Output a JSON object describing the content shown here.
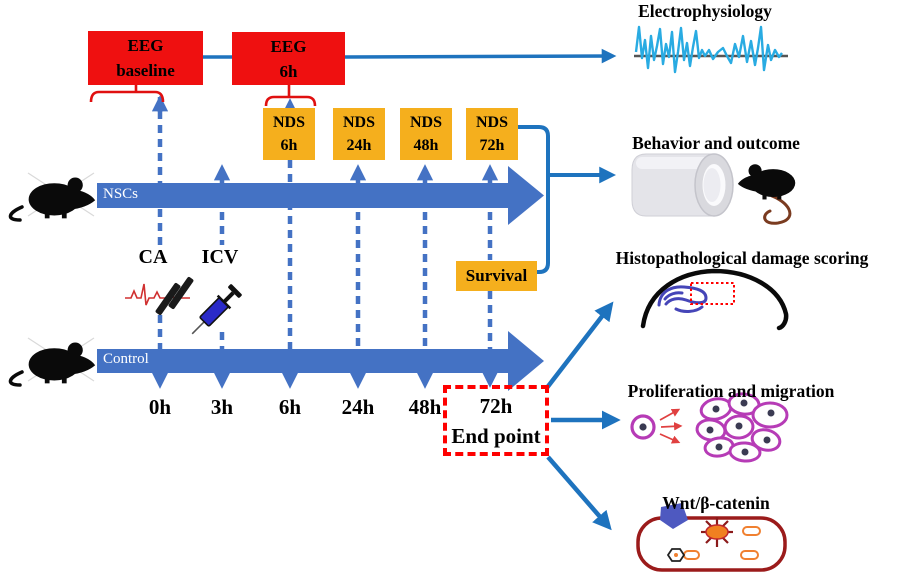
{
  "figure": "experimental-timeline-diagram",
  "colors": {
    "box_red": "#EF1010",
    "box_amber": "#F5AF1D",
    "timeline_blue": "#4472C4",
    "arrow_blue": "#1E73BE",
    "wave_blue": "#29ABE2",
    "endpoint_border_red": "#FE0000",
    "cell_magenta": "#B63BB6",
    "wnt_maroon": "#9B1B1B",
    "starburst_orange": "#F08020"
  },
  "eeg_boxes": [
    {
      "line1": "EEG",
      "line2": "baseline"
    },
    {
      "line1": "EEG",
      "line2": "6h"
    }
  ],
  "nds_boxes": [
    {
      "line1": "NDS",
      "line2": "6h"
    },
    {
      "line1": "NDS",
      "line2": "24h"
    },
    {
      "line1": "NDS",
      "line2": "48h"
    },
    {
      "line1": "NDS",
      "line2": "72h"
    }
  ],
  "survival_label": "Survival",
  "groups": [
    {
      "label": "NSCs"
    },
    {
      "label": "Control"
    }
  ],
  "interventions": [
    {
      "label": "CA"
    },
    {
      "label": "ICV"
    }
  ],
  "time_labels": [
    "0h",
    "3h",
    "6h",
    "24h",
    "48h"
  ],
  "endpoint": {
    "line1": "72h",
    "line2": "End point"
  },
  "outcomes": [
    {
      "label": "Electrophysiology"
    },
    {
      "label": "Behavior and outcome"
    },
    {
      "label": "Histopathological damage scoring"
    },
    {
      "label": "Proliferation and migration"
    },
    {
      "label": "Wnt/β-catenin"
    }
  ]
}
